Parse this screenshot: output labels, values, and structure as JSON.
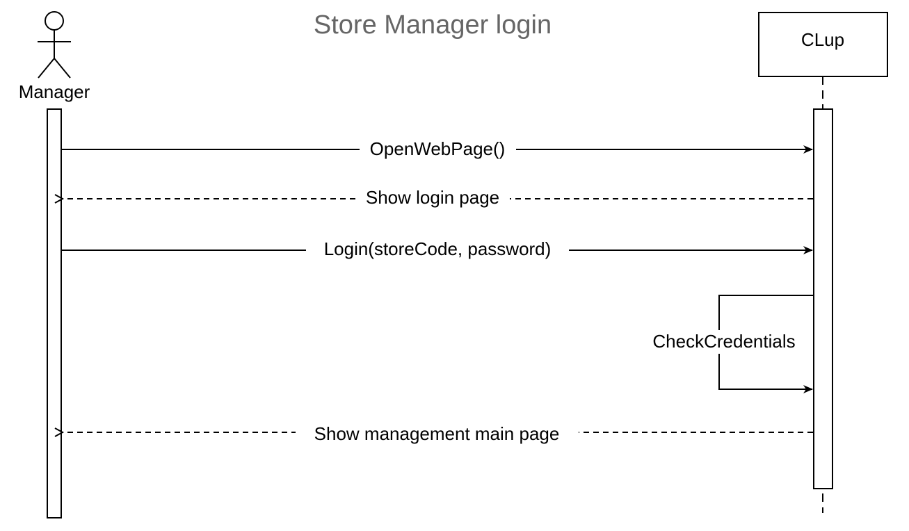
{
  "diagram": {
    "title": "Store Manager login",
    "actor": {
      "label": "Manager"
    },
    "system": {
      "label": "CLup"
    },
    "messages": [
      {
        "label": "OpenWebPage()",
        "kind": "sync",
        "from": "Manager",
        "to": "CLup"
      },
      {
        "label": "Show login page",
        "kind": "return",
        "from": "CLup",
        "to": "Manager"
      },
      {
        "label": "Login(storeCode, password)",
        "kind": "sync",
        "from": "Manager",
        "to": "CLup"
      },
      {
        "label": "CheckCredentials",
        "kind": "self",
        "from": "CLup",
        "to": "CLup"
      },
      {
        "label": "Show management main page",
        "kind": "return",
        "from": "CLup",
        "to": "Manager"
      }
    ]
  }
}
